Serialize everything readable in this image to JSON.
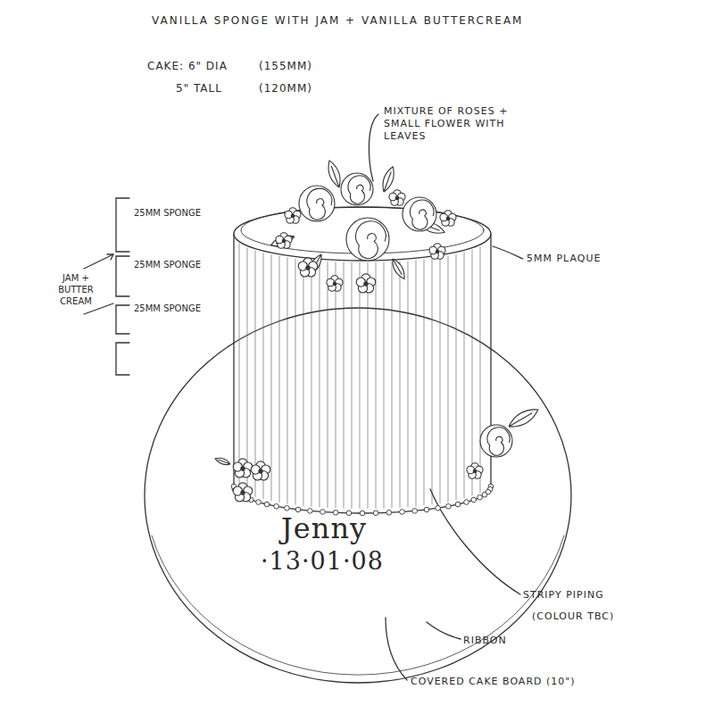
{
  "diagram": {
    "title": "VANILLA SPONGE WITH JAM + VANILLA BUTTERCREAM",
    "labels": [
      "CAKE: 6\" DIA",
      "(155MM)",
      "5\" TALL",
      "(120MM)",
      "MIXTURE OF ROSES + SMALL FLOWER WITH LEAVES",
      "25MM SPONGE",
      "25MM SPONGE",
      "25MM SPONGE",
      "JAM + BUTTER CREAM",
      "5MM PLAQUE",
      "Jenny",
      "·13·01·08",
      "STRIPY PIPING",
      "(COLOUR TBC)",
      "RIBBON",
      "COVERED CAKE BOARD (10\")"
    ]
  }
}
